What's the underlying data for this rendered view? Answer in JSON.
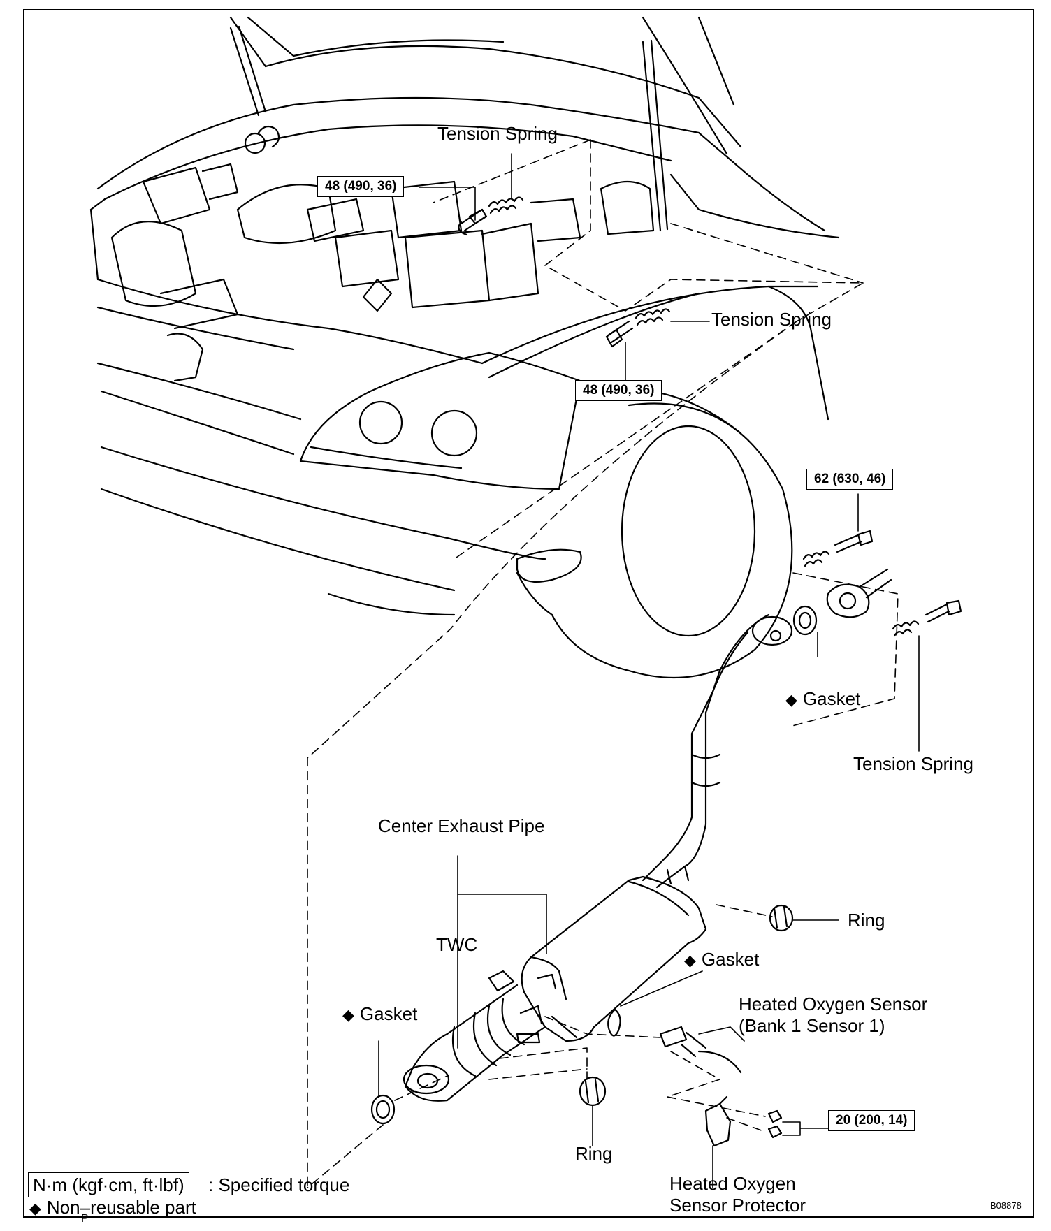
{
  "labels": {
    "tension_spring_top": "Tension Spring",
    "tension_spring_mid": "Tension Spring",
    "tension_spring_right": "Tension Spring",
    "gasket_upper": "Gasket",
    "gasket_middle": "Gasket",
    "gasket_lower": "Gasket",
    "center_exhaust_pipe": "Center Exhaust Pipe",
    "twc": "TWC",
    "ring_right": "Ring",
    "ring_bottom": "Ring",
    "heated_oxygen_sensor_line1": "Heated Oxygen Sensor",
    "heated_oxygen_sensor_line2": "(Bank 1 Sensor 1)",
    "sensor_protector_line1": "Heated Oxygen",
    "sensor_protector_line2": "Sensor Protector"
  },
  "torque_specs": {
    "top_bolt": "48 (490, 36)",
    "mid_bolt": "48 (490, 36)",
    "manifold_bolt": "62 (630, 46)",
    "sensor_nut": "20 (200, 14)"
  },
  "legend": {
    "torque_unit": "N·m (kgf·cm, ft·lbf)",
    "torque_text": ": Specified torque",
    "non_reusable_symbol": "◆",
    "non_reusable_text": "Non–reusable part",
    "stray_mark": "P"
  },
  "figure_code": "B08878"
}
